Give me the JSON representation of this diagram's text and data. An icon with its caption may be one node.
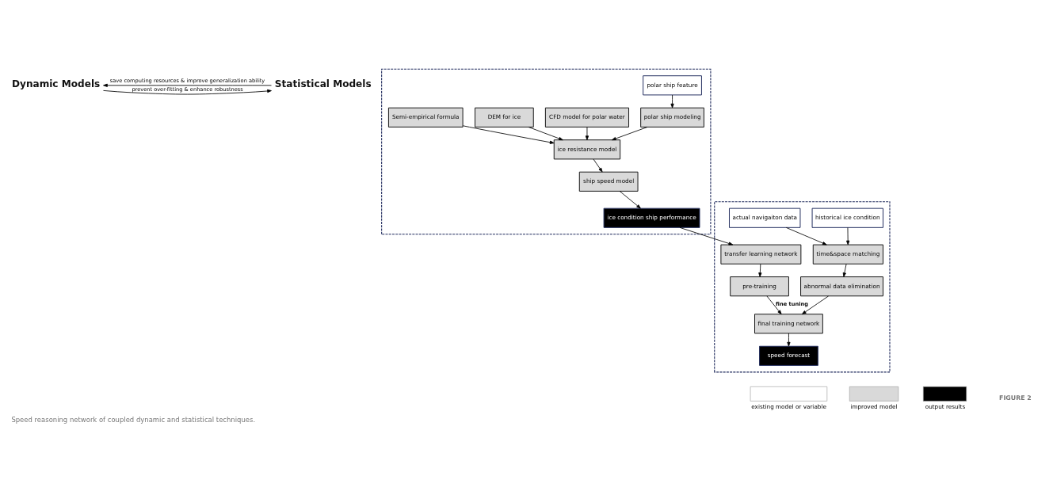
{
  "diagram": {
    "caption": "Speed reasoning network of coupled dynamic and statistical techniques.",
    "nodes": [
      {
        "text": [
          "Dynamic Models"
        ]
      },
      {
        "text": [
          "Statistical Models"
        ]
      },
      {
        "text": [],
        "shape": "box"
      },
      {
        "text": [
          "polar ship feature"
        ],
        "in": 2
      },
      {
        "text": [
          "CFD model for polar water"
        ],
        "in": 2
      },
      {
        "text": [
          "polar ship modeling"
        ],
        "in": 2
      },
      {
        "text": [
          "DEM for ice"
        ],
        "in": 2
      },
      {
        "text": [
          "ice resistance model"
        ],
        "in": 2
      },
      {
        "text": [
          "Semi-empirical formula"
        ],
        "in": 2
      },
      {
        "text": [
          "ship speed model"
        ],
        "in": 2
      },
      {
        "text": [
          "ice condition ship performance"
        ],
        "in": 2
      },
      {
        "text": [],
        "shape": "box"
      },
      {
        "text": [
          "historical ice condition"
        ],
        "in": 11
      },
      {
        "text": [
          "actual navigaiton data"
        ],
        "in": 11
      },
      {
        "text": [
          "transfer learning network"
        ],
        "in": 11
      },
      {
        "text": [
          "time&space matching"
        ],
        "in": 11
      },
      {
        "text": [
          "abnormal data elimination"
        ],
        "in": 11
      },
      {
        "text": [
          "pre-training"
        ],
        "in": 11
      },
      {
        "text": [
          "final training network"
        ],
        "in": 11
      },
      {
        "text": [
          "speed forecast"
        ],
        "in": 11
      }
    ],
    "edges": [
      {
        "from": 0,
        "to": 1,
        "arrow": "to",
        "label": "prevent over-fitting & enhance robustness"
      },
      {
        "from": 1,
        "to": 0,
        "arrow": "to",
        "label": "save computing resources & improve generalization ability"
      },
      {
        "from": 3,
        "to": 5,
        "arrow": "to"
      },
      {
        "from": 4,
        "to": 7,
        "arrow": "to"
      },
      {
        "from": 6,
        "to": 7,
        "arrow": "to"
      },
      {
        "from": 8,
        "to": 7,
        "arrow": "to"
      },
      {
        "from": 5,
        "to": 7,
        "arrow": "to"
      },
      {
        "from": 7,
        "to": 9,
        "arrow": "to"
      },
      {
        "from": 9,
        "to": 10,
        "arrow": "to"
      },
      {
        "from": 10,
        "to": 14,
        "arrow": "to"
      },
      {
        "from": 12,
        "to": 15,
        "arrow": "to"
      },
      {
        "from": 13,
        "to": 15,
        "arrow": "to"
      },
      {
        "from": 14,
        "to": 17,
        "arrow": "to"
      },
      {
        "from": 15,
        "to": 16,
        "arrow": "to"
      },
      {
        "from": 16,
        "to": 18,
        "arrow": "to"
      },
      {
        "from": 17,
        "to": 18,
        "arrow": "to",
        "label": "fine tuning"
      },
      {
        "from": 18,
        "to": 19,
        "arrow": "to"
      }
    ],
    "labels": [
      "FIGURE 2"
    ],
    "legend": [
      {
        "text": "existing model or variable",
        "color": "#ffffff"
      },
      {
        "text": "improved model",
        "color": "#d9d9d9"
      },
      {
        "text": "output results",
        "color": "#000000"
      }
    ]
  }
}
